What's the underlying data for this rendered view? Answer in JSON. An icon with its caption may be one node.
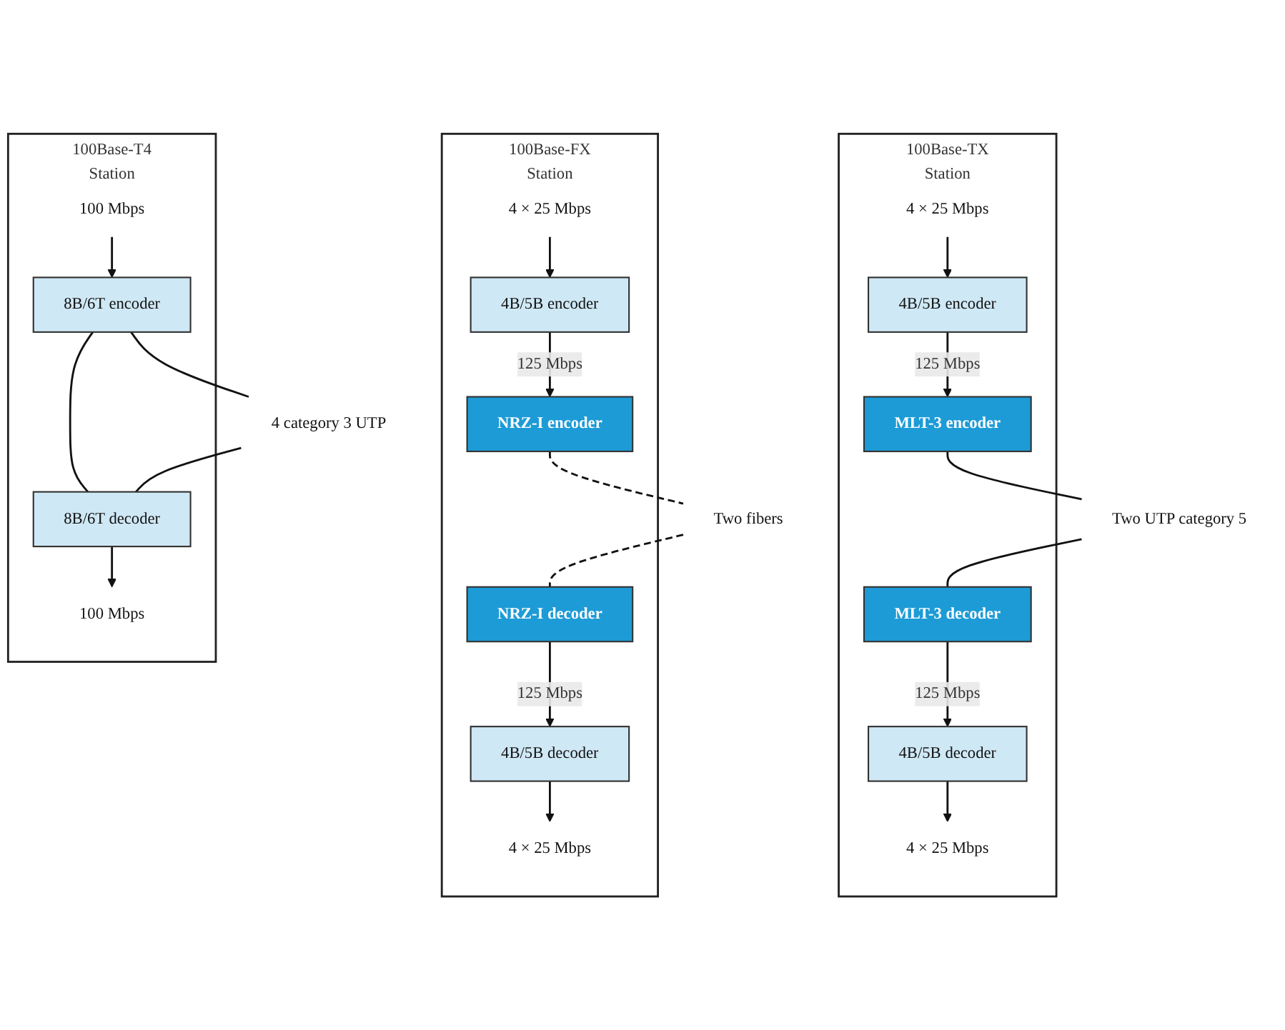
{
  "diagram": {
    "nodes": [
      {
        "text": [
          "100Base-TX",
          "Station"
        ]
      },
      {
        "text": [
          "4 × 25 Mbps"
        ],
        "in": 0
      },
      {
        "text": [
          "4B/5B encoder"
        ],
        "in": 0
      },
      {
        "text": [
          "MLT-3 encoder"
        ],
        "in": 0
      },
      {
        "text": [
          "4 × 25 Mbps"
        ],
        "in": 0
      },
      {
        "text": [
          "4B/5B decoder"
        ],
        "in": 0
      },
      {
        "text": [
          "MLT-3 decoder"
        ],
        "in": 0
      },
      {
        "text": [
          "Two UTP category 5"
        ]
      },
      {
        "text": [
          "100Base-FX",
          "Station"
        ]
      },
      {
        "text": [
          "4 × 25 Mbps"
        ],
        "in": 8
      },
      {
        "text": [
          "4B/5B encoder"
        ],
        "in": 8
      },
      {
        "text": [
          "NRZ-I encoder"
        ],
        "in": 8
      },
      {
        "text": [
          "4 × 25 Mbps"
        ],
        "in": 8
      },
      {
        "text": [
          "4B/5B decoder"
        ],
        "in": 8
      },
      {
        "text": [
          "NRZ-I decoder"
        ],
        "in": 8
      },
      {
        "text": [
          "Two fibers"
        ]
      },
      {
        "text": [
          "100Base-T4",
          "Station"
        ]
      },
      {
        "text": [
          "100 Mbps"
        ],
        "in": 16
      },
      {
        "text": [
          "8B/6T encoder"
        ],
        "in": 16
      },
      {
        "text": [
          "100 Mbps"
        ],
        "in": 16
      },
      {
        "text": [
          "8B/6T decoder"
        ],
        "in": 16
      },
      {
        "text": [
          "4 category 3 UTP"
        ]
      }
    ],
    "edges": [
      {
        "from": 1,
        "to": 2,
        "arrow": "to"
      },
      {
        "from": 2,
        "to": 3,
        "arrow": "to",
        "label": "125 Mbps"
      },
      {
        "from": 3,
        "to": 7,
        "arrow": "none"
      },
      {
        "from": 7,
        "to": 6,
        "arrow": "none"
      },
      {
        "from": 6,
        "to": 5,
        "arrow": "to",
        "label": "125 Mbps"
      },
      {
        "from": 5,
        "to": 4,
        "arrow": "to"
      },
      {
        "from": 9,
        "to": 10,
        "arrow": "to"
      },
      {
        "from": 10,
        "to": 11,
        "arrow": "to",
        "label": "125 Mbps"
      },
      {
        "from": 11,
        "to": 15,
        "arrow": "none",
        "style": "dashed"
      },
      {
        "from": 15,
        "to": 14,
        "arrow": "none",
        "style": "dashed"
      },
      {
        "from": 14,
        "to": 13,
        "arrow": "to",
        "label": "125 Mbps"
      },
      {
        "from": 13,
        "to": 12,
        "arrow": "to"
      },
      {
        "from": 17,
        "to": 18,
        "arrow": "to"
      },
      {
        "from": 18,
        "to": 21,
        "arrow": "none"
      },
      {
        "from": 18,
        "to": 20,
        "arrow": "none"
      },
      {
        "from": 21,
        "to": 20,
        "arrow": "none"
      },
      {
        "from": 20,
        "to": 19,
        "arrow": "to"
      }
    ]
  }
}
